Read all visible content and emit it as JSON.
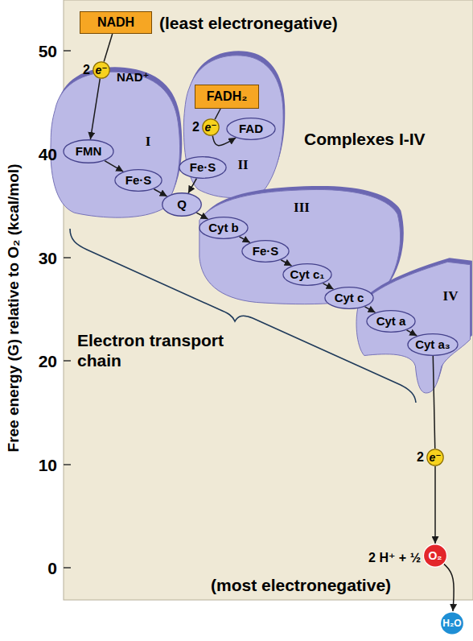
{
  "diagram": {
    "nodes": [
      {
        "text": [
          "NADH"
        ]
      },
      {
        "text": [
          "2",
          "e⁻"
        ]
      },
      {
        "text": [
          "I"
        ]
      },
      {
        "text": [
          "FMN"
        ],
        "in": 2
      },
      {
        "text": [
          "Fe·S"
        ],
        "in": 2
      },
      {
        "text": [
          "II"
        ]
      },
      {
        "text": [
          "FADH₂"
        ]
      },
      {
        "text": [
          "2",
          "e⁻"
        ]
      },
      {
        "text": [
          "FAD"
        ],
        "in": 5
      },
      {
        "text": [
          "Fe·S"
        ],
        "in": 5
      },
      {
        "text": [
          "Q"
        ]
      },
      {
        "text": [
          "III"
        ]
      },
      {
        "text": [
          "Cyt b"
        ],
        "in": 11
      },
      {
        "text": [
          "Fe·S"
        ],
        "in": 11
      },
      {
        "text": [
          "Cyt c₁"
        ],
        "in": 11
      },
      {
        "text": [
          "Cyt c"
        ]
      },
      {
        "text": [
          "IV"
        ]
      },
      {
        "text": [
          "Cyt a"
        ],
        "in": 16
      },
      {
        "text": [
          "Cyt a₃"
        ],
        "in": 16
      },
      {
        "text": [
          "2",
          "e⁻"
        ]
      },
      {
        "text": [
          "O₂"
        ]
      },
      {
        "text": [
          "H₂O"
        ]
      }
    ],
    "edges": [
      {
        "from": 0,
        "to": 1,
        "arrow": "none"
      },
      {
        "from": 1,
        "to": 3,
        "arrow": "to"
      },
      {
        "from": 3,
        "to": 4,
        "arrow": "to"
      },
      {
        "from": 4,
        "to": 10,
        "arrow": "to"
      },
      {
        "from": 6,
        "to": 7,
        "arrow": "none"
      },
      {
        "from": 7,
        "to": 8,
        "arrow": "to"
      },
      {
        "from": 9,
        "to": 10,
        "arrow": "to"
      },
      {
        "from": 10,
        "to": 12,
        "arrow": "to"
      },
      {
        "from": 12,
        "to": 13,
        "arrow": "to"
      },
      {
        "from": 13,
        "to": 14,
        "arrow": "to"
      },
      {
        "from": 14,
        "to": 15,
        "arrow": "to"
      },
      {
        "from": 15,
        "to": 17,
        "arrow": "to"
      },
      {
        "from": 17,
        "to": 18,
        "arrow": "to"
      },
      {
        "from": 18,
        "to": 19,
        "arrow": "none"
      },
      {
        "from": 19,
        "to": 20,
        "arrow": "to"
      },
      {
        "from": 20,
        "to": 21,
        "arrow": "to"
      }
    ],
    "labels": [
      "(least electronegative)",
      "NAD⁺",
      "Complexes I-IV",
      "Electron transport chain",
      "2 H⁺ + ½",
      "(most electronegative)",
      "Free energy (G) relative to O₂ (kcal/mol)",
      "50",
      "40",
      "30",
      "20",
      "10",
      "0"
    ]
  }
}
